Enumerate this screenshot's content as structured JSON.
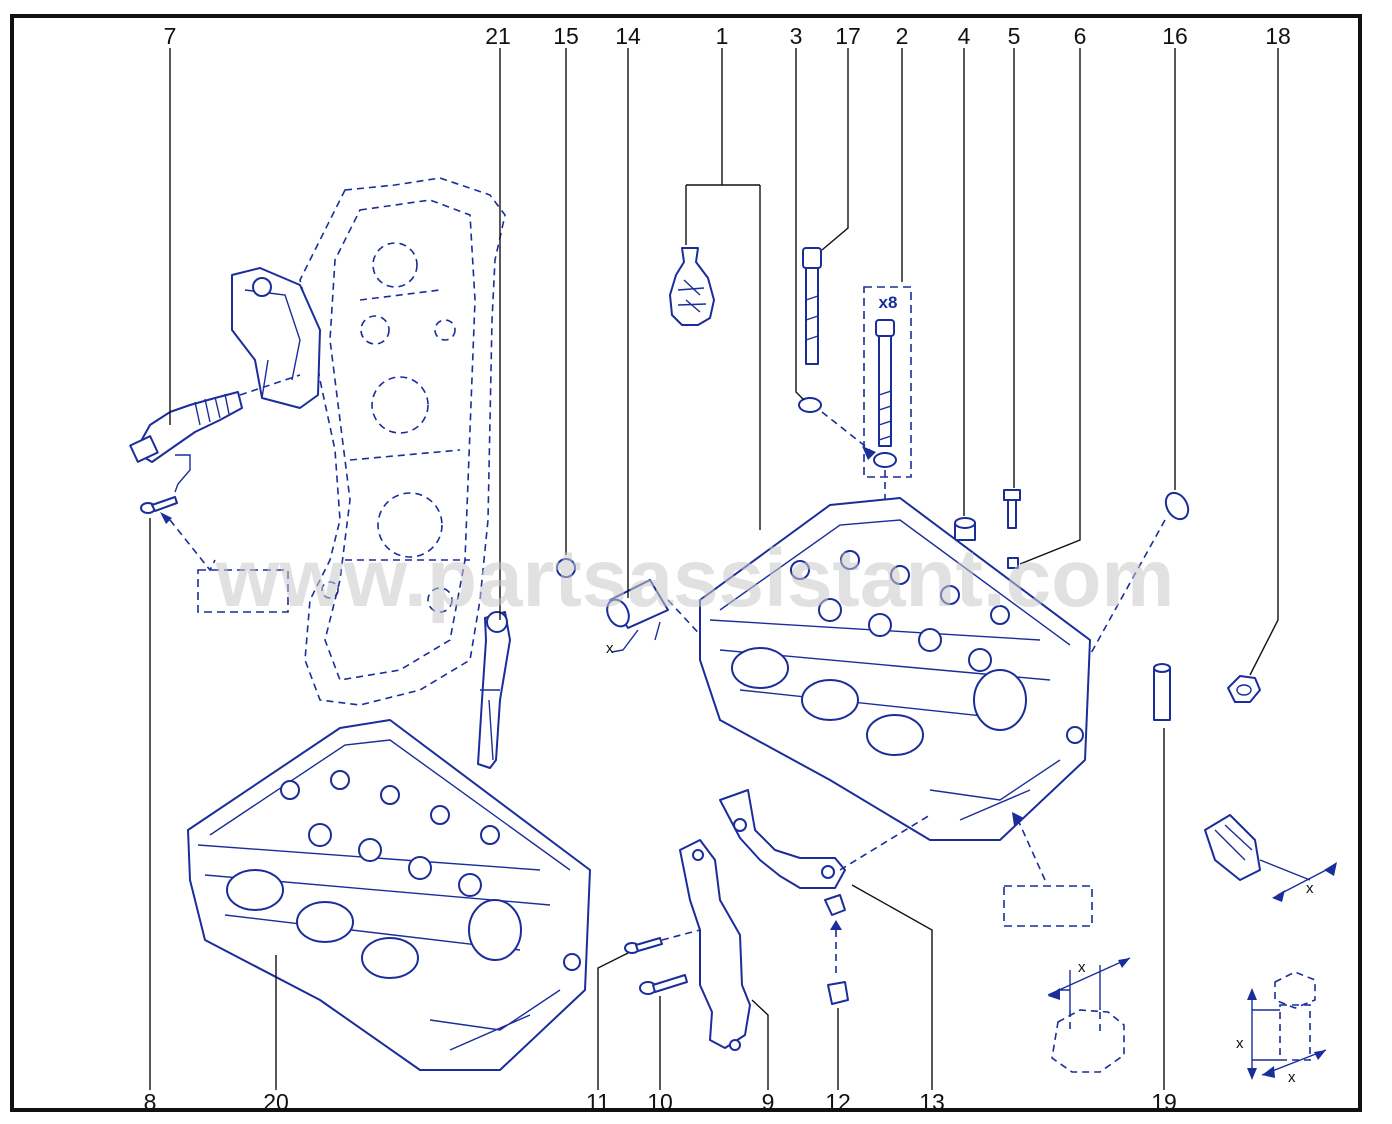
{
  "watermark": "www.partsassistant.com",
  "quantity_label": "x8",
  "dimension_label": "x",
  "callouts": {
    "c7": "7",
    "c21": "21",
    "c15": "15",
    "c14": "14",
    "c1": "1",
    "c3": "3",
    "c17": "17",
    "c2": "2",
    "c4": "4",
    "c5": "5",
    "c6": "6",
    "c16": "16",
    "c18": "18",
    "c8": "8",
    "c20": "20",
    "c11": "11",
    "c10": "10",
    "c9": "9",
    "c12": "12",
    "c13": "13",
    "c19": "19"
  },
  "colors": {
    "line": "#1a2d9a",
    "text": "#111111",
    "frame": "#111111"
  }
}
